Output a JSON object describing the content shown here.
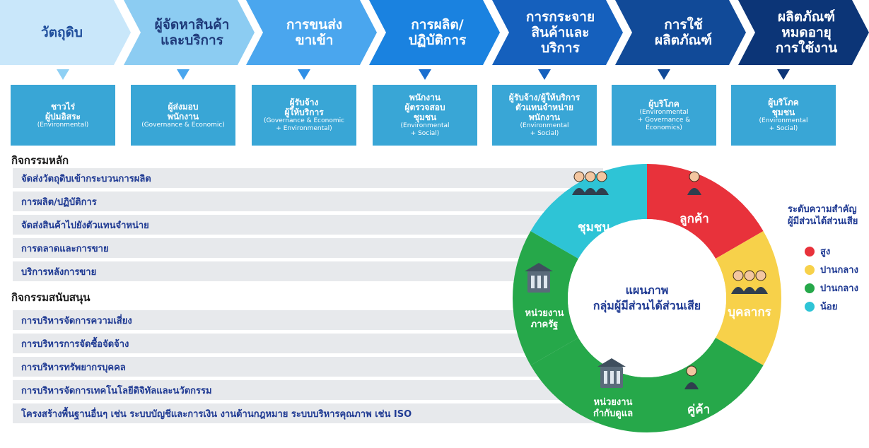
{
  "value_chain": [
    {
      "label": "วัตถุดิบ",
      "color": "#c9e7fa",
      "text_color": "#1f4e9c"
    },
    {
      "label": "ผู้จัดหาสินค้า\nและบริการ",
      "color": "#8cccf2",
      "text_color": "#1f3a7a"
    },
    {
      "label": "การขนส่ง\nขาเข้า",
      "color": "#4aa6ee",
      "text_color": "#ffffff"
    },
    {
      "label": "การผลิต/\nปฏิบัติการ",
      "color": "#1a82e0",
      "text_color": "#ffffff"
    },
    {
      "label": "การกระจาย\nสินค้าและ\nบริการ",
      "color": "#1560bd",
      "text_color": "#ffffff"
    },
    {
      "label": "การใช้\nผลิตภัณฑ์",
      "color": "#114a98",
      "text_color": "#ffffff"
    },
    {
      "label": "ผลิตภัณฑ์\nหมดอายุ\nการใช้งาน",
      "color": "#0c3577",
      "text_color": "#ffffff"
    }
  ],
  "stakeholder_boxes": [
    {
      "names": "ชาวไร่\nผู้ปมอิสระ",
      "category": "(Environmental)"
    },
    {
      "names": "ผู้ส่งมอบ\nพนักงาน",
      "category": "(Governance & Economic)"
    },
    {
      "names": "ผู้รับจ้าง\nผู้ให้บริการ",
      "category": "(Governance & Economic\n+ Environmental)"
    },
    {
      "names": "พนักงาน\nผู้ตรวจสอบ\nชุมชน",
      "category": "(Environmental\n+ Social)"
    },
    {
      "names": "ผู้รับจ้าง/ผู้ให้บริการ\nตัวแทนจำหน่าย\nพนักงาน",
      "category": "(Environmental\n+ Social)"
    },
    {
      "names": "ผู้บริโภค",
      "category": "(Environmental\n+ Governance &\nEconomics)"
    },
    {
      "names": "ผู้บริโภค\nชุมชน",
      "category": "(Environmental\n+ Social)"
    }
  ],
  "main_activities": {
    "heading": "กิจกรรมหลัก",
    "items": [
      "จัดส่งวัตถุดิบเข้ากระบวนการผลิต",
      "การผลิต/ปฏิบัติการ",
      "จัดส่งสินค้าไปยังตัวแทนจำหน่าย",
      "การตลาดและการขาย",
      "บริการหลังการขาย"
    ]
  },
  "support_activities": {
    "heading": "กิจกรรมสนับสนุน",
    "items": [
      "การบริหารจัดการความเสี่ยง",
      "การบริหารการจัดซื้อจัดจ้าง",
      "การบริหารทรัพยากรบุคคล",
      "การบริหารจัดการเทคโนโลยีดิจิทัลและนวัตกรรม",
      "โครงสร้างพื้นฐานอื่นๆ เช่น ระบบบัญชีและการเงิน งานด้านกฎหมาย ระบบบริหารคุณภาพ เช่น ISO"
    ]
  },
  "stakeholder_map": {
    "center_title": "แผนภาพ\nกลุ่มผู้มีส่วนได้ส่วนเสีย",
    "segments": [
      {
        "label": "ลูกค้า",
        "importance": "สูง",
        "color": "#e8323b",
        "icon": "customer-icon"
      },
      {
        "label": "บุคลากร",
        "importance": "ปานกลาง",
        "color": "#f7d14a",
        "icon": "employees-icon"
      },
      {
        "label": "คู่ค้า",
        "importance": "ปานกลาง",
        "color": "#26a84a",
        "icon": "business-partner-icon"
      },
      {
        "label": "หน่วยงาน\nกำกับดูแล",
        "importance": "ปานกลาง",
        "color": "#26a84a",
        "icon": "regulator-building-icon"
      },
      {
        "label": "หน่วยงาน\nภาครัฐ",
        "importance": "ปานกลาง",
        "color": "#26a84a",
        "icon": "government-icon"
      },
      {
        "label": "ชุมชน",
        "importance": "น้อย",
        "color": "#2ec4d6",
        "icon": "community-icon"
      }
    ]
  },
  "legend": {
    "title": "ระดับความสำคัญ\nผู้มีส่วนได้ส่วนเสีย",
    "items": [
      {
        "label": "สูง",
        "color": "#e8323b"
      },
      {
        "label": "ปานกลาง",
        "color": "#f7d14a"
      },
      {
        "label": "ปานกลาง",
        "color": "#26a84a"
      },
      {
        "label": "น้อย",
        "color": "#2ec4d6"
      }
    ]
  }
}
